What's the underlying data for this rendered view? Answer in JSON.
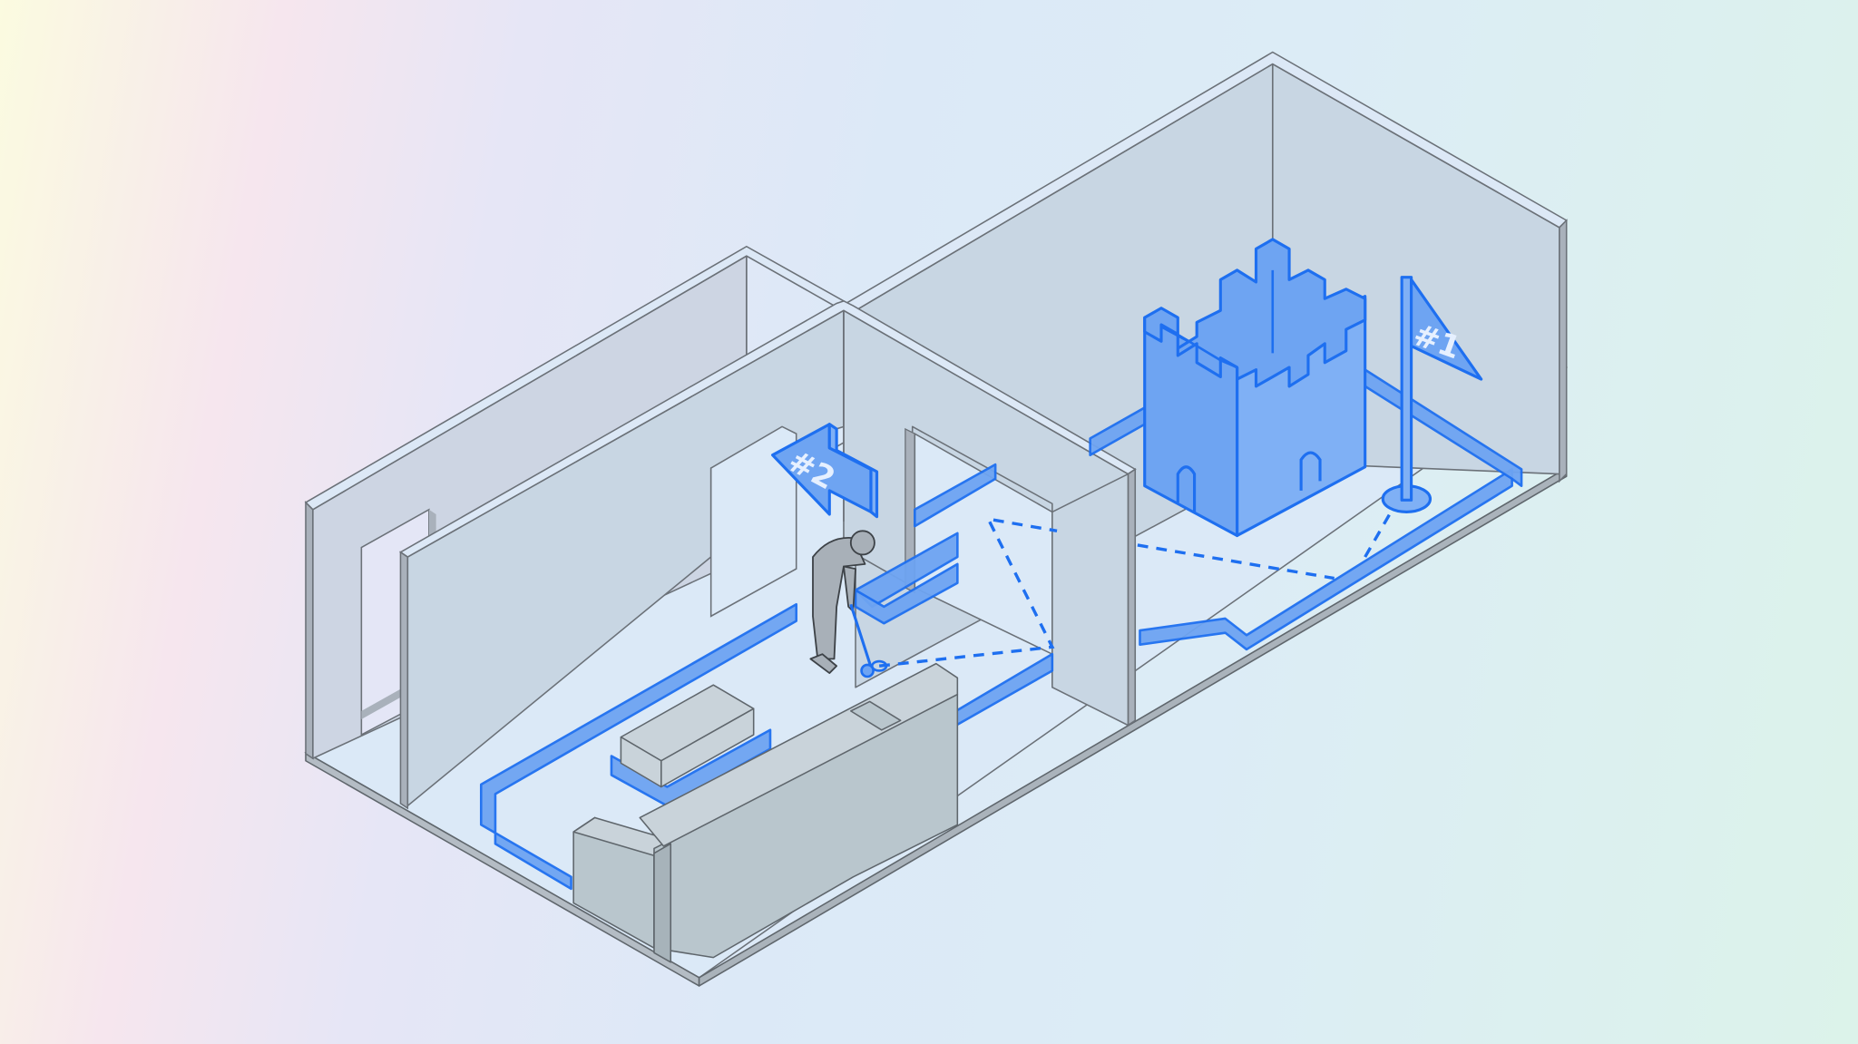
{
  "illustration": {
    "subject": "Isometric indoor mini-golf course across two rooms",
    "labels": {
      "hole_1_flag": "#1",
      "hole_2_sign": "#2"
    },
    "colors": {
      "accent_blue": "#1e6ff0",
      "blue_fill": "#6ea4f2",
      "wall": "#c8d6e3",
      "floor": "#dbe9f7",
      "furniture_grey": "#b9c6cd",
      "background_left": "#fbfbe0",
      "background_right": "#dcf3ea"
    },
    "elements": [
      "castle-tower",
      "hole-1-flag",
      "hole-2-arrow-sign",
      "golfer",
      "golf-ball",
      "sofa",
      "coffee-table",
      "ball-path-dashed",
      "course-rails"
    ]
  }
}
